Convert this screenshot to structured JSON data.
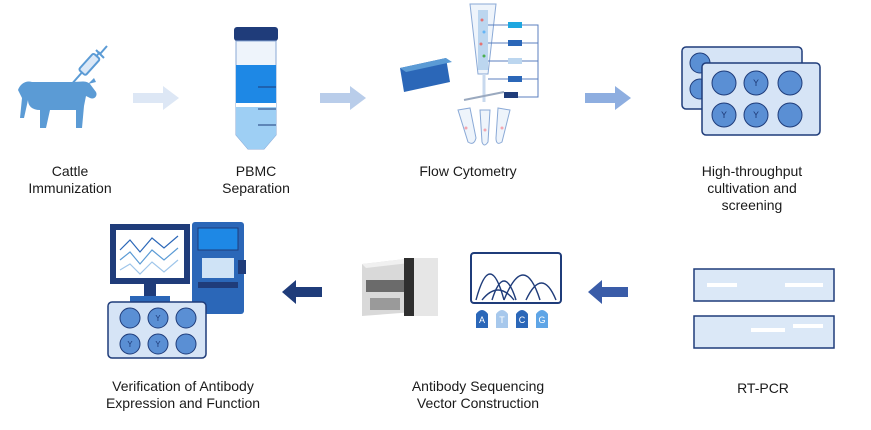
{
  "steps": {
    "cattle": "Cattle\nImmunization",
    "pbmc": "PBMC\nSeparation",
    "flow": "Flow Cytometry",
    "htp": "High-throughput\ncultivation and\nscreening",
    "rtpcr": "RT-PCR",
    "seq": "Antibody Sequencing\nVector Construction",
    "verify": "Verification of Antibody\nExpression and Function"
  },
  "sequencing_bases": [
    "A",
    "T",
    "C",
    "G"
  ],
  "colors": {
    "cattle_blue": "#5b9bd5",
    "light_arrow": "#c9daf2",
    "mid_arrow": "#8eaee0",
    "dark_arrow_1": "#3a5ca8",
    "dark_arrow_2": "#1f3c7a",
    "plate_fill": "#d6e4f6",
    "well_fill": "#5a8fd4",
    "pcr_band": "#c6dbf1"
  }
}
